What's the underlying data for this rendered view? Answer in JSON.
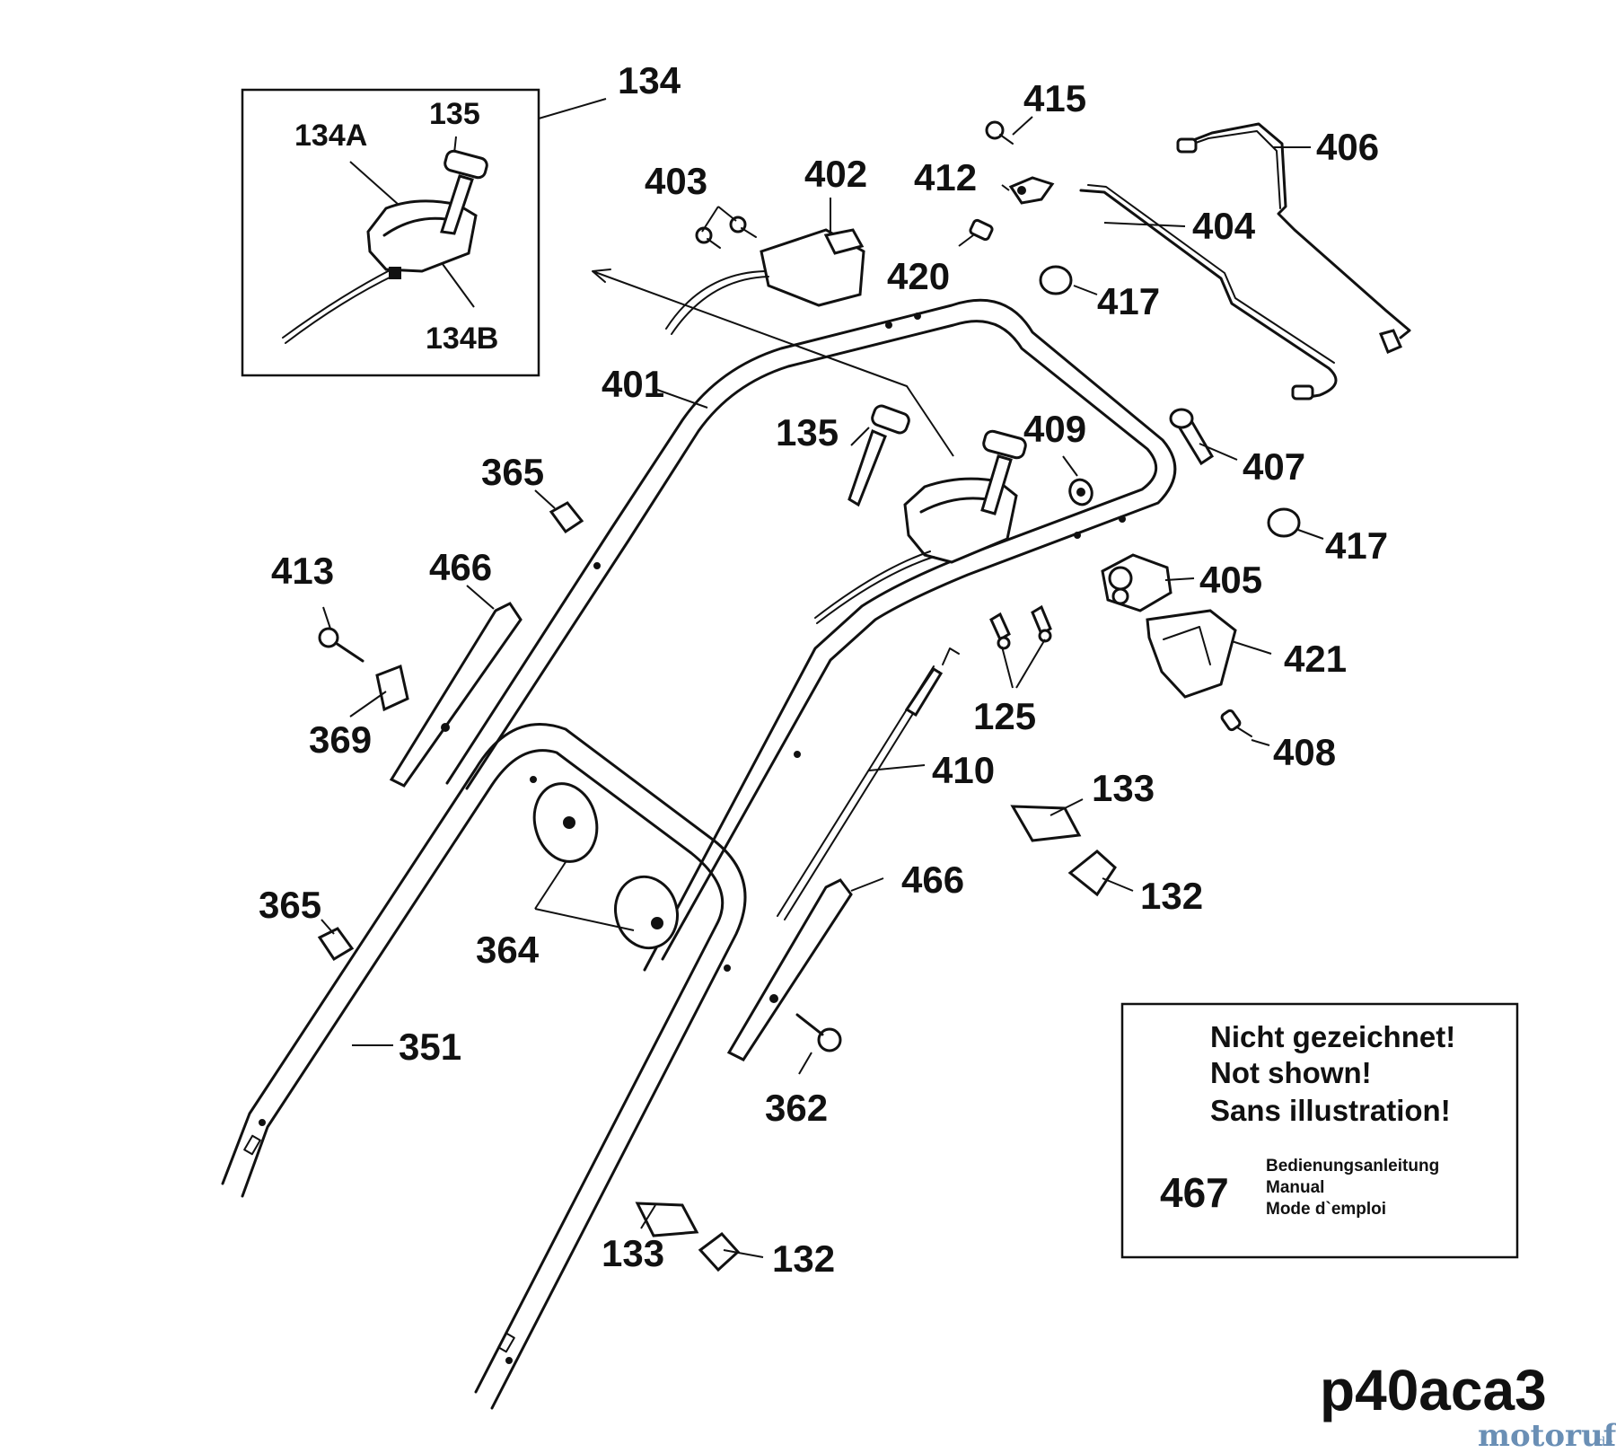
{
  "diagram_code": "p40aca3",
  "brand": {
    "name": "motoruf",
    "suffix": ".de"
  },
  "inset": {
    "label": "134",
    "labels": [
      "134A",
      "135",
      "134B"
    ]
  },
  "part_labels": [
    "415",
    "406",
    "403",
    "402",
    "412",
    "404",
    "420",
    "417",
    "401",
    "135",
    "409",
    "407",
    "365",
    "417",
    "413",
    "466",
    "405",
    "421",
    "125",
    "369",
    "408",
    "410",
    "133",
    "364",
    "132",
    "466",
    "365",
    "351",
    "362",
    "133",
    "132"
  ],
  "note_box": {
    "lines": [
      "Nicht gezeichnet!",
      "Not shown!",
      "Sans illustration!"
    ],
    "part_number": "467",
    "part_desc": [
      "Bedienungsanleitung",
      "Manual",
      "Mode d`emploi"
    ]
  }
}
